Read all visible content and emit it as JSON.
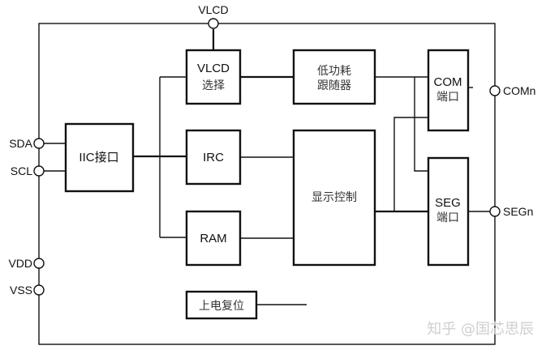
{
  "diagram": {
    "pins": {
      "vlcd": "VLCD",
      "sda": "SDA",
      "scl": "SCL",
      "vdd": "VDD",
      "vss": "VSS",
      "comn": "COMn",
      "segn": "SEGn"
    },
    "blocks": {
      "vlcd_select": {
        "line1": "VLCD",
        "line2": "选择"
      },
      "low_power_follower": {
        "line1": "低功耗",
        "line2": "跟随器"
      },
      "com_port": {
        "line1": "COM",
        "line2": "端口"
      },
      "iic": {
        "label": "IIC接口"
      },
      "irc": {
        "label": "IRC"
      },
      "ram": {
        "label": "RAM"
      },
      "display_control": {
        "label": "显示控制"
      },
      "seg_port": {
        "line1": "SEG",
        "line2": "端口"
      },
      "power_on_reset": {
        "label": "上电复位"
      }
    },
    "watermark": "知乎 @国芯思辰"
  }
}
